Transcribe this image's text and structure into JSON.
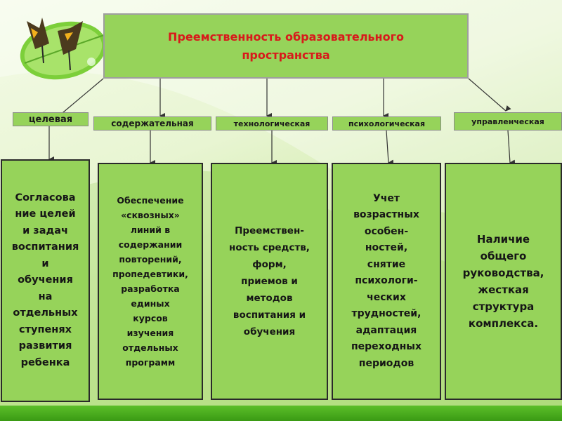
{
  "title": {
    "line1": "Преемственность образовательного",
    "line2": "пространства"
  },
  "categories": [
    {
      "label": "целевая",
      "text": "Согласова\nние целей\nи задач\nвоспитания\nи\nобучения\nна\nотдельных\nступенях\nразвития\nребенка"
    },
    {
      "label": "содержательная",
      "text": "Обеспечение\n«сквозных»\nлиний в\nсодержании\nповторений,\nпропедевтики,\nразработка\nединых\nкурсов\nизучения\nотдельных\nпрограмм"
    },
    {
      "label": "технологическая",
      "text": "Преемствен-\nность средств,\nформ,\nприемов и\nметодов\nвоспитания и\nобучения"
    },
    {
      "label": "психологическая",
      "text": "Учет\nвозрастных\nособен-\nностей,\nснятие\nпсихологи-\nческих\nтрудностей,\nадаптация\nпереходных\nпериодов"
    },
    {
      "label": "управленческая",
      "text": "Наличие\nобщего\nруководства,\nжесткая\nструктура\nкомплекса."
    }
  ],
  "icons": [
    "butterfly-on-leaf-icon"
  ],
  "colors": {
    "box_fill": "#96d35a",
    "title_text": "#d8191b",
    "bottom_band": "#4caf1e"
  }
}
